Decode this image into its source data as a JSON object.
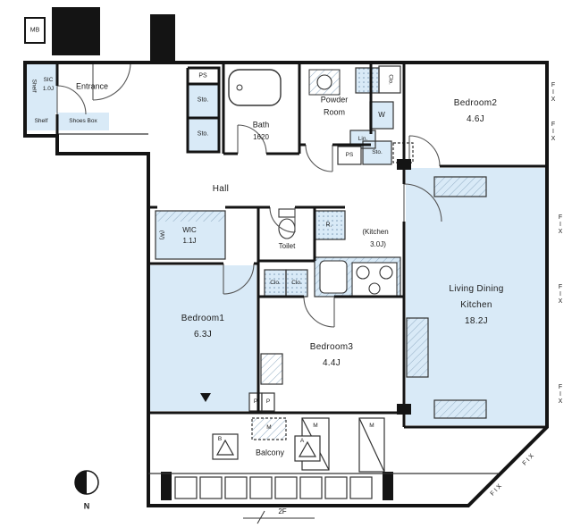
{
  "rooms": {
    "entrance": {
      "label": "Entrance"
    },
    "sic": {
      "label": "SIC",
      "size": "1.0J"
    },
    "bath": {
      "label": "Bath",
      "size": "1620"
    },
    "powder_room": {
      "line1": "Powder",
      "line2": "Room"
    },
    "hall": {
      "label": "Hall"
    },
    "toilet": {
      "label": "Toilet"
    },
    "wic": {
      "label": "WIC",
      "size": "1.1J"
    },
    "kitchen": {
      "line1": "(Kitchen",
      "line2": "3.0J)"
    },
    "bedroom1": {
      "label": "Bedroom1",
      "size": "6.3J"
    },
    "bedroom2": {
      "label": "Bedroom2",
      "size": "4.6J"
    },
    "bedroom3": {
      "label": "Bedroom3",
      "size": "4.4J"
    },
    "ldk": {
      "line1": "Living Dining",
      "line2": "Kitchen",
      "size": "18.2J"
    },
    "balcony": {
      "label": "Balcony"
    }
  },
  "fixtures": {
    "mb": "MB",
    "ps": "PS",
    "sto": "Sto.",
    "clo": "Clo.",
    "washer": "W",
    "window_mark": "(W)",
    "linen": "Lin.",
    "fridge": "R.",
    "shelf": "Shelf",
    "shoes_box": "Shoes Box",
    "pipe_p": "P",
    "meter_m": "M",
    "fix_window": "FIX",
    "hatch_a": "A",
    "hatch_b": "B"
  },
  "annotations": {
    "floor": "2F",
    "north": "N"
  },
  "colors": {
    "floor_blue": "#d9eaf7",
    "wall": "#141414"
  }
}
